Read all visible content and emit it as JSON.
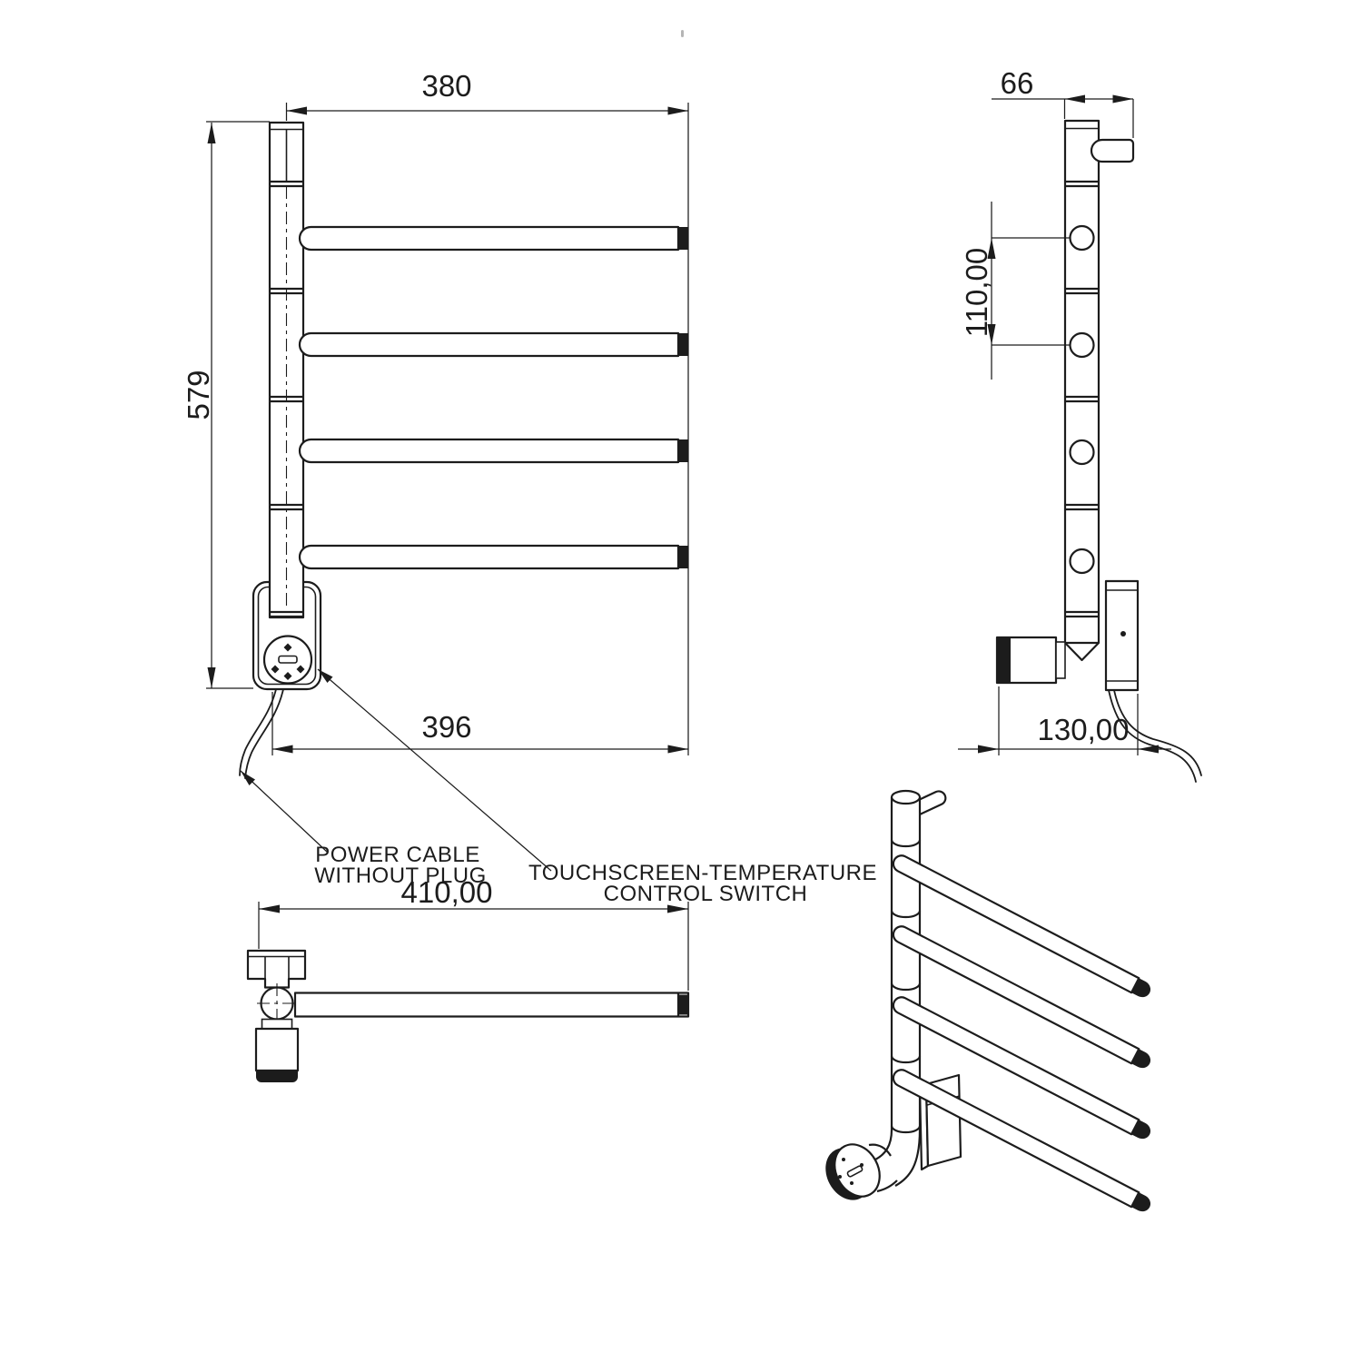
{
  "views": {
    "front": {
      "dim_width_top": "380",
      "dim_height": "579",
      "dim_width_bottom": "396"
    },
    "side": {
      "dim_depth": "66",
      "dim_rail_spacing": "110,00",
      "dim_base_depth": "130,00"
    },
    "top": {
      "dim_total_reach": "410,00"
    }
  },
  "callouts": {
    "power_cable": [
      "POWER CABLE",
      "WITHOUT PLUG"
    ],
    "control_switch": [
      "TOUCHSCREEN-TEMPERATURE",
      "CONTROL SWITCH"
    ]
  },
  "colors": {
    "ink": "#1c1c1c",
    "paper": "#ffffff"
  }
}
